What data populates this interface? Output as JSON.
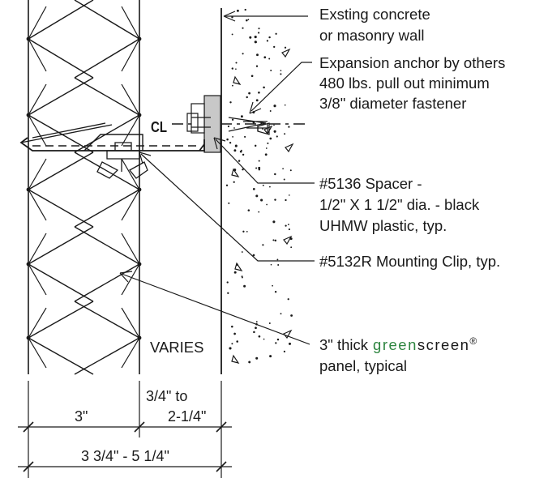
{
  "labels": {
    "wall_line1": "Exsting concrete",
    "wall_line2": "or masonry wall",
    "anchor_line1": "Expansion anchor by others",
    "anchor_line2": "480 lbs. pull out minimum",
    "anchor_line3": "3/8\" diameter fastener",
    "spacer_line1": "#5136 Spacer -",
    "spacer_line2": "1/2\" X 1 1/2\" dia. - black",
    "spacer_line3": "UHMW plastic, typ.",
    "clip_line1": "#5132R Mounting Clip, typ.",
    "panel_prefix": "3\" thick",
    "panel_brand_a": "green",
    "panel_brand_b": "screen",
    "panel_brand_reg": "®",
    "panel_line2": "panel, typical",
    "varies": "VARIES",
    "centerline": "CL"
  },
  "dimensions": {
    "panel_depth": "3\"",
    "gap_line1": "3/4\" to",
    "gap_line2": "2-1/4\"",
    "overall": "3 3/4\" - 5 1/4\""
  },
  "colors": {
    "line": "#1a1a1a",
    "brand_green": "#2e8540",
    "clip_gray": "#c8c8c8"
  }
}
